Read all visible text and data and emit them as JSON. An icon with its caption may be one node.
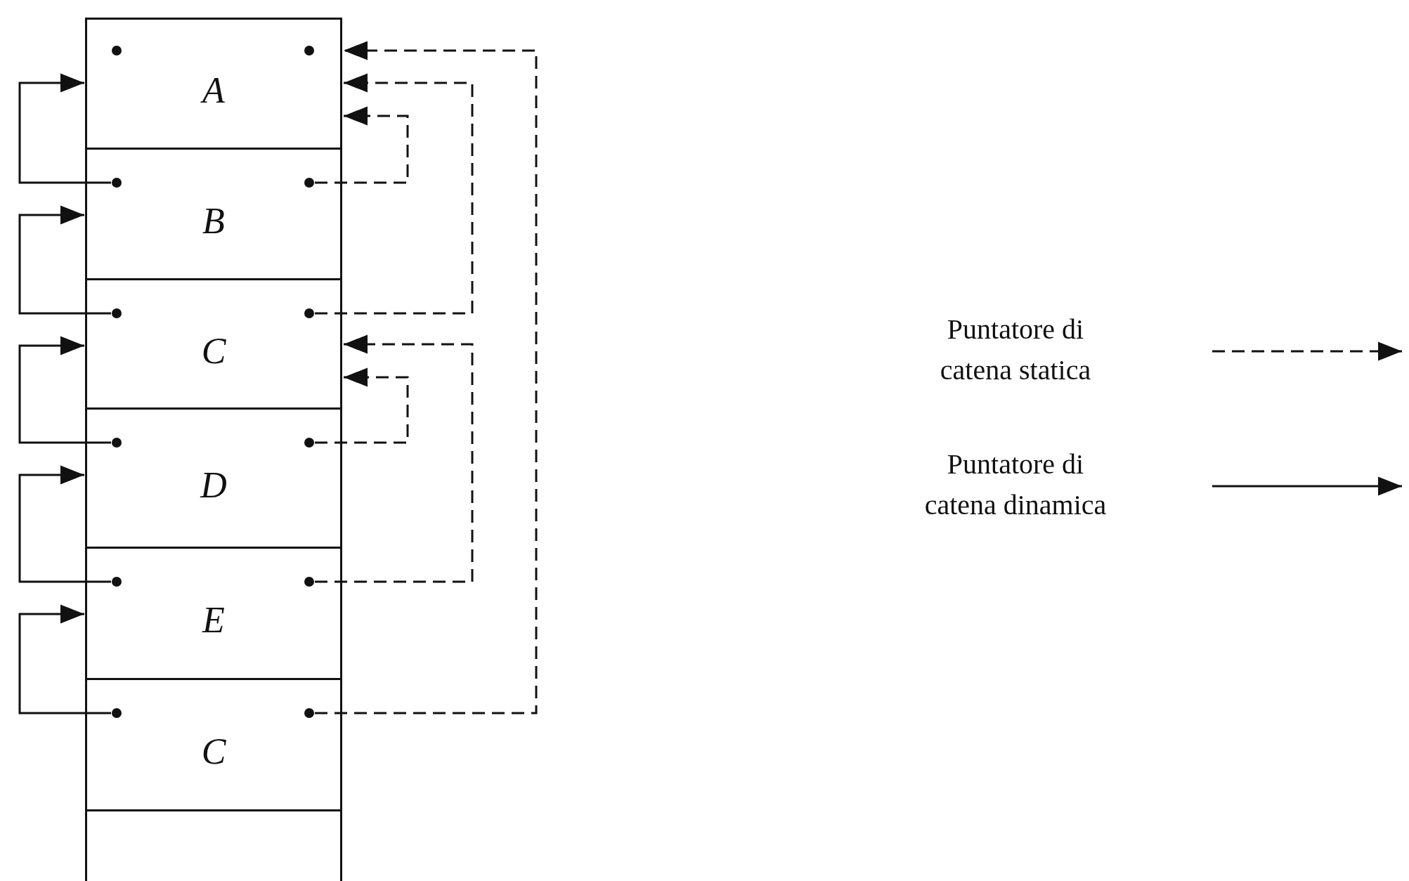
{
  "diagram": {
    "nodes": [
      {
        "text": [
          "A"
        ]
      },
      {
        "text": [
          "B"
        ]
      },
      {
        "text": [
          "C"
        ]
      },
      {
        "text": [
          "D"
        ]
      },
      {
        "text": [
          "E"
        ]
      },
      {
        "text": [
          "C"
        ]
      },
      {
        "text": [],
        "shape": "box"
      }
    ],
    "edges": [
      {
        "from": 1,
        "to": 0,
        "arrow": "to"
      },
      {
        "from": 2,
        "to": 1,
        "arrow": "to"
      },
      {
        "from": 3,
        "to": 2,
        "arrow": "to"
      },
      {
        "from": 4,
        "to": 3,
        "arrow": "to"
      },
      {
        "from": 5,
        "to": 4,
        "arrow": "to"
      },
      {
        "from": 1,
        "to": 0,
        "arrow": "to",
        "style": "dashed"
      },
      {
        "from": 2,
        "to": 0,
        "arrow": "to",
        "style": "dashed"
      },
      {
        "from": 3,
        "to": 2,
        "arrow": "to",
        "style": "dashed"
      },
      {
        "from": 4,
        "to": 2,
        "arrow": "to",
        "style": "dashed"
      },
      {
        "from": 5,
        "to": 0,
        "arrow": "to",
        "style": "dashed"
      }
    ],
    "legend": [
      {
        "text": "Puntatore di catena statica"
      },
      {
        "text": "Puntatore di catena dinamica"
      }
    ]
  }
}
